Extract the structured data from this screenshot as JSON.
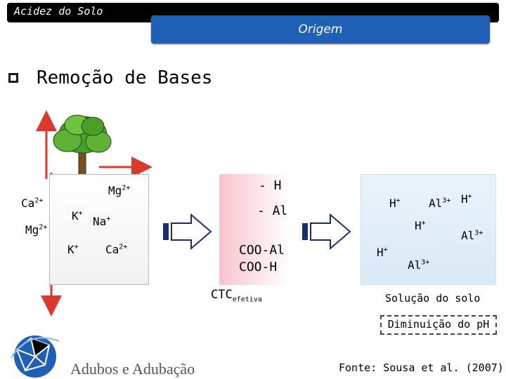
{
  "header": {
    "title": "Acidez do Solo",
    "subtitle": "Origem"
  },
  "section": {
    "title": "Remoção de Bases"
  },
  "soil_ions": {
    "ca_left": {
      "base": "Ca",
      "charge": "2+"
    },
    "mg_top": {
      "base": "Mg",
      "charge": "2+"
    },
    "k_mid": {
      "base": "K",
      "charge": "+"
    },
    "na": {
      "base": "Na",
      "charge": "+"
    },
    "mg_left": {
      "base": "Mg",
      "charge": "2+"
    },
    "k_low": {
      "base": "K",
      "charge": "+"
    },
    "ca_low": {
      "base": "Ca",
      "charge": "2+"
    }
  },
  "ctc": {
    "h_group": "- H",
    "al_group": "- Al",
    "coo_al": "COO-Al",
    "coo_h": "COO-H",
    "label_main": "CTC",
    "label_sub": "efetiva"
  },
  "solution": {
    "h1": {
      "base": "H",
      "charge": "+"
    },
    "al1": {
      "base": "Al",
      "charge": "3+"
    },
    "h2": {
      "base": "H",
      "charge": "+"
    },
    "h3": {
      "base": "H",
      "charge": "+"
    },
    "al2": {
      "base": "Al",
      "charge": "3+"
    },
    "h4": {
      "base": "H",
      "charge": "+"
    },
    "al3": {
      "base": "Al",
      "charge": "3+"
    },
    "label": "Solução do solo"
  },
  "result": {
    "label": "Diminuição do pH"
  },
  "footer": {
    "course": "Adubos e Adubação",
    "source": "Fonte: Sousa et al. (2007)"
  },
  "colors": {
    "header_bg": "#000000",
    "accent_blue": "#1f5fb5",
    "arrow_red": "#d93a2b",
    "arrow_fill": "#ffffff",
    "arrow_stroke": "#1a2e6e"
  },
  "icons": {
    "tree": "tree-illustration",
    "logo": "globe-logo-icon"
  }
}
